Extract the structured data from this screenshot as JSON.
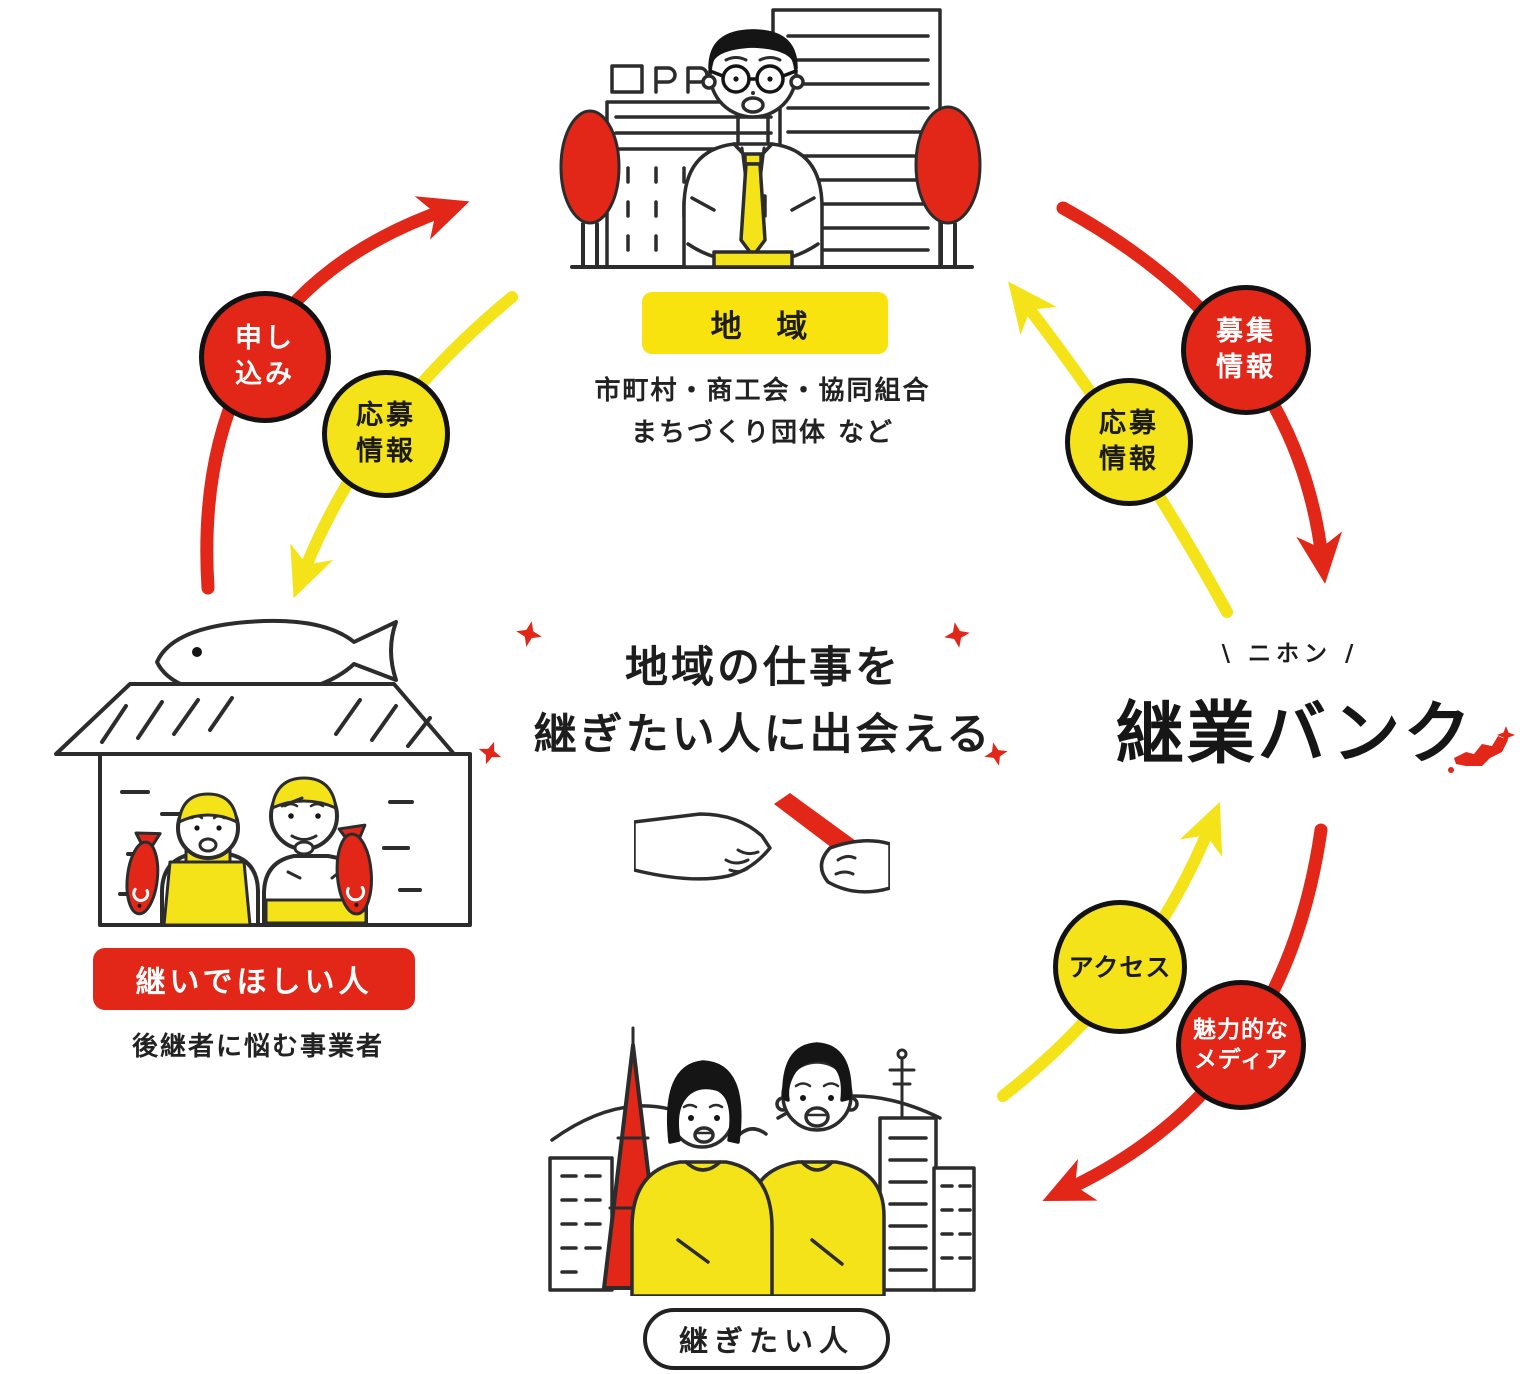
{
  "palette": {
    "red": "#e22617",
    "yellow": "#f5e31a",
    "ink": "#2c2c2c"
  },
  "center": {
    "line1": "地域の仕事を",
    "line2": "継ぎたい人に出会える"
  },
  "region": {
    "label": "地 域",
    "desc1": "市町村・商工会・協同組合",
    "desc2": "まちづくり団体 など"
  },
  "owner": {
    "label": "継いでほしい人",
    "desc": "後継者に悩む事業者"
  },
  "seeker": {
    "label": "継ぎたい人"
  },
  "bank": {
    "tagline": "\\ ニホン /",
    "logo": "継業バンク"
  },
  "badges": {
    "apply": {
      "line1": "申し",
      "line2": "込み",
      "color": "red"
    },
    "oubo_left": {
      "line1": "応募",
      "line2": "情報",
      "color": "yellow"
    },
    "boshu": {
      "line1": "募集",
      "line2": "情報",
      "color": "red"
    },
    "oubo_right": {
      "line1": "応募",
      "line2": "情報",
      "color": "yellow"
    },
    "access": {
      "line1": "アクセス",
      "color": "yellow"
    },
    "media": {
      "line1": "魅力的な",
      "line2": "メディア",
      "color": "red"
    }
  },
  "icons": {
    "sparkle": "✦",
    "region_illustration": "clerk in front of town buildings with red trees",
    "owner_illustration": "fishmonger couple at shop with big fish on roof",
    "seeker_illustration": "young couple in yellow shirts in front of city and red tower",
    "baton_illustration": "hand passing red relay baton to another hand",
    "japan_map_icon": "red japan archipelago mark"
  }
}
